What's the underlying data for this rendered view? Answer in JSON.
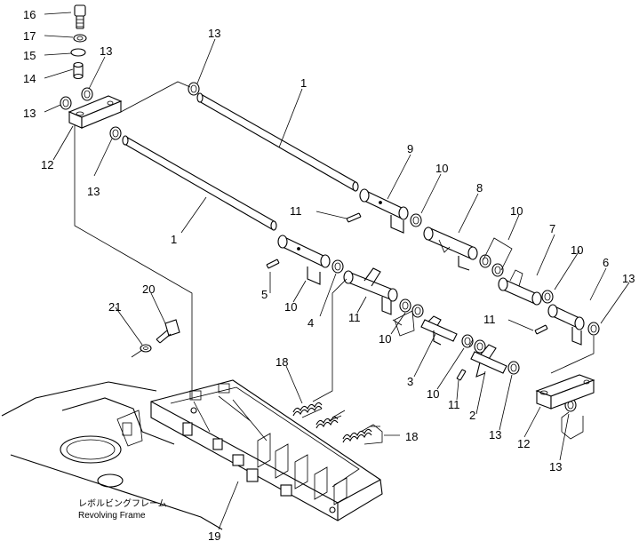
{
  "callouts": [
    {
      "id": "c16a",
      "text": "16"
    },
    {
      "id": "c17a",
      "text": "17"
    },
    {
      "id": "c15a",
      "text": "15"
    },
    {
      "id": "c14a",
      "text": "14"
    },
    {
      "id": "c13a",
      "text": "13"
    },
    {
      "id": "c13b",
      "text": "13"
    },
    {
      "id": "c13c",
      "text": "13"
    },
    {
      "id": "c12a",
      "text": "12"
    },
    {
      "id": "c13d",
      "text": "13"
    },
    {
      "id": "c1a",
      "text": "1"
    },
    {
      "id": "c9a",
      "text": "9"
    },
    {
      "id": "c10a",
      "text": "10"
    },
    {
      "id": "c8a",
      "text": "8"
    },
    {
      "id": "c11a",
      "text": "11"
    },
    {
      "id": "c1b",
      "text": "1"
    },
    {
      "id": "c10b",
      "text": "10"
    },
    {
      "id": "c7a",
      "text": "7"
    },
    {
      "id": "c10c",
      "text": "10"
    },
    {
      "id": "c6a",
      "text": "6"
    },
    {
      "id": "c13e",
      "text": "13"
    },
    {
      "id": "c11b",
      "text": "11"
    },
    {
      "id": "c5a",
      "text": "5"
    },
    {
      "id": "c10d",
      "text": "10"
    },
    {
      "id": "c4a",
      "text": "4"
    },
    {
      "id": "c11c",
      "text": "11"
    },
    {
      "id": "c20a",
      "text": "20"
    },
    {
      "id": "c21a",
      "text": "21"
    },
    {
      "id": "c10e",
      "text": "10"
    },
    {
      "id": "c3a",
      "text": "3"
    },
    {
      "id": "c10f",
      "text": "10"
    },
    {
      "id": "c18a",
      "text": "18"
    },
    {
      "id": "c11d",
      "text": "11"
    },
    {
      "id": "c2a",
      "text": "2"
    },
    {
      "id": "c13f",
      "text": "13"
    },
    {
      "id": "c12b",
      "text": "12"
    },
    {
      "id": "c18b",
      "text": "18"
    },
    {
      "id": "c13g",
      "text": "13"
    },
    {
      "id": "c19a",
      "text": "19"
    }
  ],
  "frame_caption": {
    "japanese": "レボルビングフレーム",
    "english": "Revolving  Frame"
  }
}
